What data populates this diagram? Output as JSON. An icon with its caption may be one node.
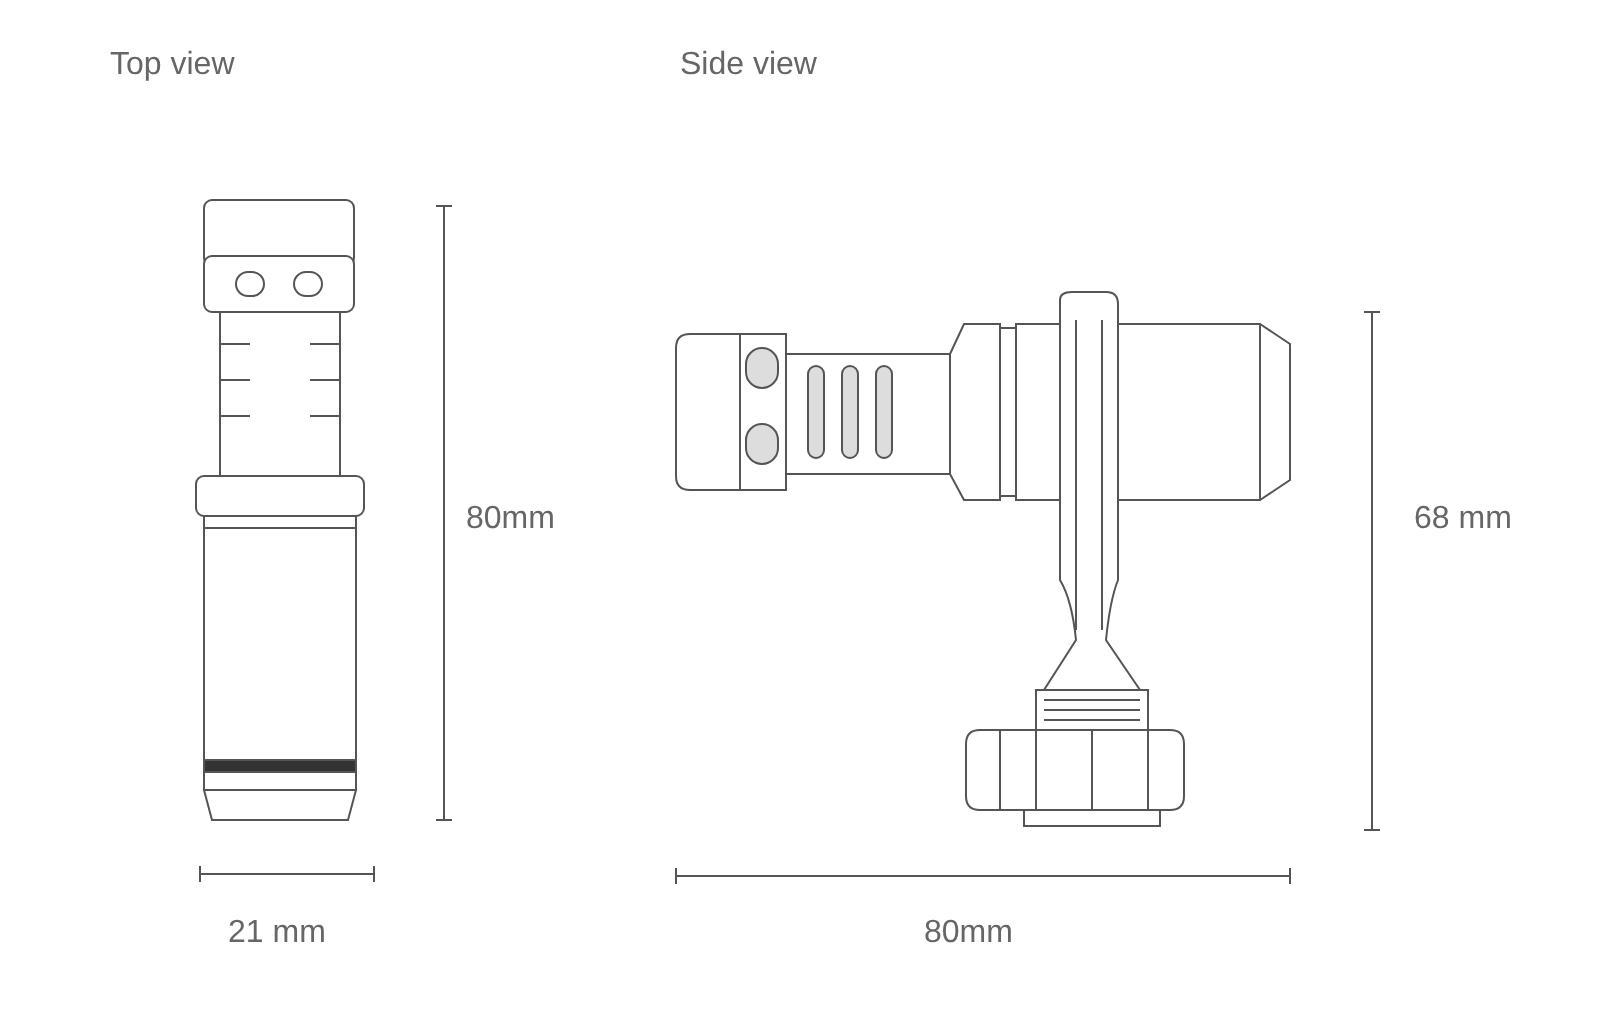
{
  "diagram": {
    "labels": [
      "Top view",
      "Side view",
      "80mm",
      "68 mm",
      "21 mm",
      "80mm"
    ]
  }
}
